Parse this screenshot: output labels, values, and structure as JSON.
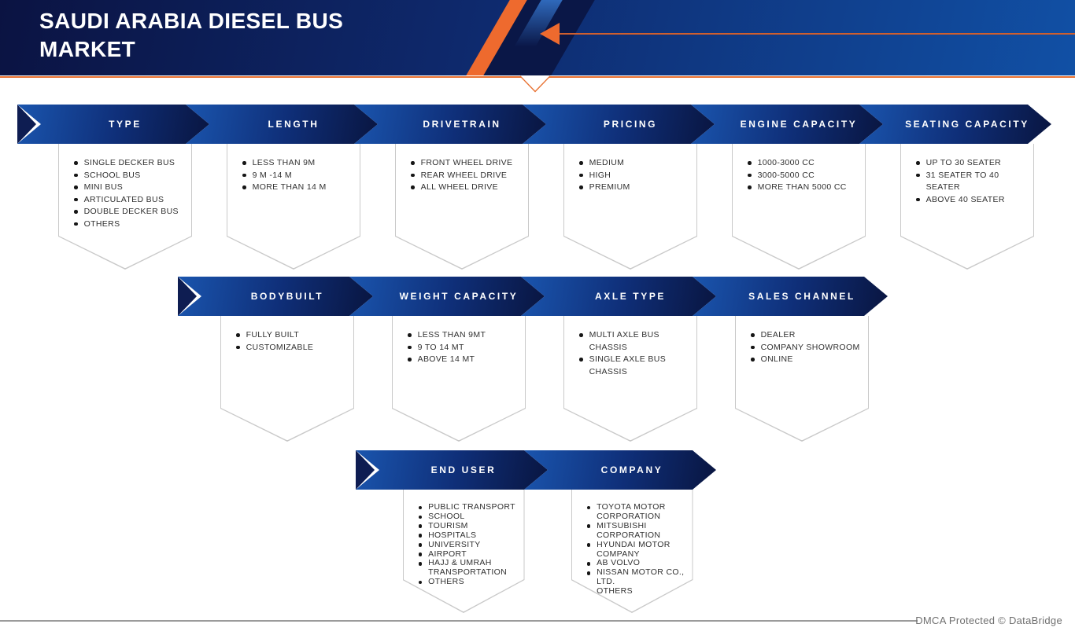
{
  "title": {
    "line1": "SAUDI ARABIA DIESEL BUS",
    "line2": "MARKET"
  },
  "footer": {
    "dmca": "DMCA Protected © DataBridge"
  },
  "colors": {
    "accent_orange": "#ee6a2e",
    "underline_orange": "#e8702f",
    "banner_navy_dark": "#0b1342",
    "banner_blue_bright": "#1150a5",
    "band_blue_bright": "#1a55ae",
    "band_navy_dark": "#091540",
    "lead_triangle_navy": "#0e1d52",
    "box_border_gray": "#c9c9c9",
    "item_text": "#303030",
    "footer_gray": "#6f6f6f"
  },
  "rows": [
    {
      "segments": [
        {
          "label": "TYPE",
          "items": [
            "SINGLE DECKER BUS",
            "SCHOOL BUS",
            "MINI BUS",
            "ARTICULATED BUS",
            "DOUBLE DECKER BUS",
            "OTHERS"
          ]
        },
        {
          "label": "LENGTH",
          "items": [
            "LESS THAN 9M",
            "9 M -14 M",
            "MORE THAN 14 M"
          ]
        },
        {
          "label": "DRIVETRAIN",
          "items": [
            "FRONT WHEEL DRIVE",
            "REAR WHEEL DRIVE",
            "ALL WHEEL DRIVE"
          ]
        },
        {
          "label": "PRICING",
          "items": [
            "MEDIUM",
            "HIGH",
            "PREMIUM"
          ]
        },
        {
          "label": "ENGINE CAPACITY",
          "items": [
            "1000-3000 CC",
            "3000-5000 CC",
            "MORE THAN 5000 CC"
          ]
        },
        {
          "label": "SEATING CAPACITY",
          "items": [
            "UP TO 30 SEATER",
            "31 SEATER TO 40 SEATER",
            "ABOVE 40 SEATER"
          ]
        }
      ]
    },
    {
      "segments": [
        {
          "label": "BODYBUILT",
          "items": [
            "FULLY BUILT",
            "CUSTOMIZABLE"
          ]
        },
        {
          "label": "WEIGHT CAPACITY",
          "items": [
            "LESS THAN 9MT",
            "9 TO 14 MT",
            "ABOVE 14 MT"
          ]
        },
        {
          "label": "AXLE TYPE",
          "items": [
            "MULTI AXLE BUS CHASSIS",
            "SINGLE AXLE BUS CHASSIS"
          ]
        },
        {
          "label": "SALES CHANNEL",
          "items": [
            "DEALER",
            "COMPANY SHOWROOM",
            "ONLINE"
          ]
        }
      ]
    },
    {
      "segments": [
        {
          "label": "END USER",
          "items": [
            "PUBLIC TRANSPORT",
            "SCHOOL",
            "TOURISM",
            "HOSPITALS",
            "UNIVERSITY",
            "AIRPORT",
            "HAJJ & UMRAH TRANSPORTATION",
            "OTHERS"
          ]
        },
        {
          "label": "COMPANY",
          "items": [
            "TOYOTA MOTOR CORPORATION",
            "MITSUBISHI CORPORATION",
            "HYUNDAI MOTOR COMPANY",
            "AB VOLVO",
            "NISSAN MOTOR CO., LTD.",
            "OTHERS"
          ]
        }
      ]
    }
  ]
}
